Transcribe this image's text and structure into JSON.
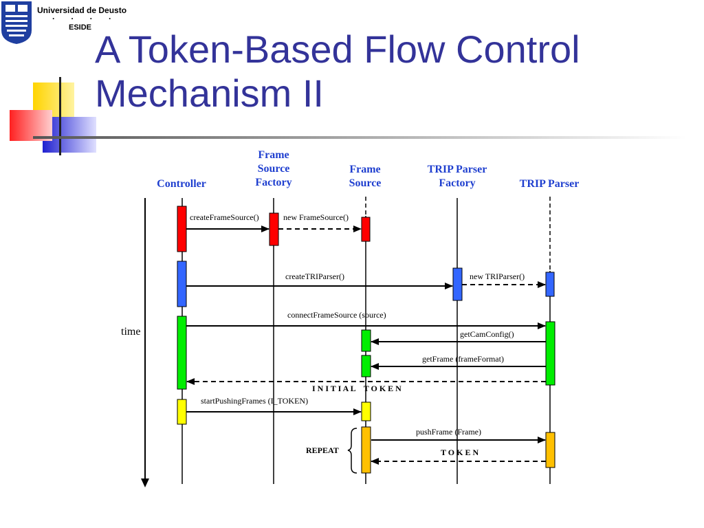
{
  "header": {
    "university": "Universidad de Deusto",
    "dots": "· · · ·",
    "department": "ESIDE",
    "title_line1": "A Token-Based Flow Control",
    "title_line2": "Mechanism II"
  },
  "colors": {
    "title": "#333399",
    "participant_header": "#1f3fcf",
    "red": "#ff0000",
    "blue": "#3366ff",
    "green": "#00ee00",
    "yellow": "#ffff00",
    "orange": "#ffc000"
  },
  "participants": {
    "controller": "Controller",
    "fsf_1": "Frame",
    "fsf_2": "Source",
    "fsf_3": "Factory",
    "fs_1": "Frame",
    "fs_2": "Source",
    "tpf_1": "TRIP Parser",
    "tpf_2": "Factory",
    "tp": "TRIP Parser"
  },
  "messages": {
    "create_frame_source": "createFrameSource()",
    "new_frame_source": "new FrameSource()",
    "create_trip_parser": "createTRIParser()",
    "new_trip_parser": "new TRIParser()",
    "connect_frame_source": "connectFrameSource (source)",
    "get_cam_config": "getCamConfig()",
    "get_frame": "getFrame (frameFormat)",
    "initial_token": "I N I T I A L    T O K E N",
    "start_pushing": "startPushingFrames (I_TOKEN)",
    "push_frame": "pushFrame (Frame)",
    "token": "T O K E N",
    "repeat": "REPEAT"
  },
  "axis": {
    "time": "time"
  }
}
